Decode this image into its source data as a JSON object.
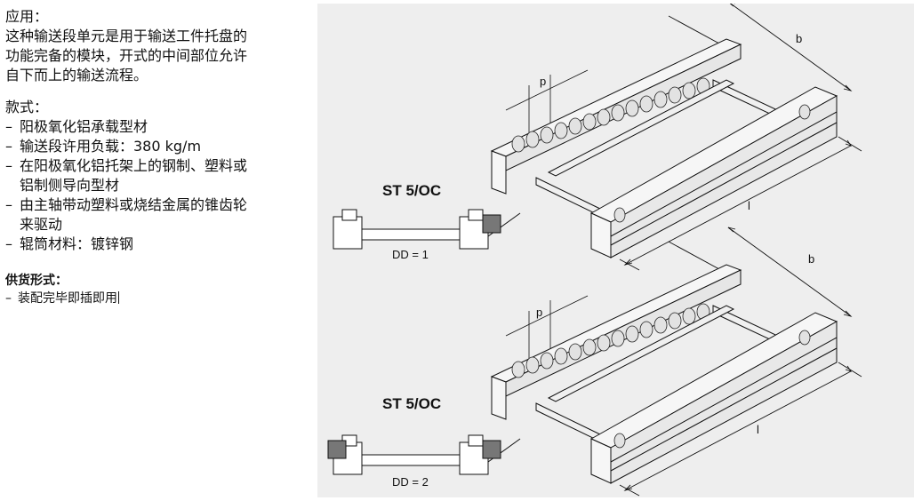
{
  "section_application": {
    "heading": "应用：",
    "lines": [
      "这种输送段单元是用于输送工件托盘的",
      "功能完备的模块，开式的中间部位允许",
      "自下而上的输送流程。"
    ]
  },
  "section_versions": {
    "heading": "款式：",
    "items": [
      {
        "lines": [
          "阳极氧化铝承载型材"
        ]
      },
      {
        "lines": [
          "输送段许用负载：380 kg/m"
        ]
      },
      {
        "lines": [
          "在阳极氧化铝托架上的钢制、塑料或",
          "铝制侧导向型材"
        ]
      },
      {
        "lines": [
          "由主轴带动塑料或烧结金属的锥齿轮",
          "来驱动"
        ]
      },
      {
        "lines": [
          "辊筒材料：镀锌钢"
        ]
      }
    ]
  },
  "section_supply": {
    "heading": "供货形式：",
    "items": [
      "装配完毕即插即用"
    ]
  },
  "bullet": "–",
  "figures": [
    {
      "model": "ST 5/OC",
      "dd_label": "DD = 1",
      "dim_b": "b",
      "dim_p": "p",
      "dim_l": "l"
    },
    {
      "model": "ST 5/OC",
      "dd_label": "DD = 2",
      "dim_b": "b",
      "dim_p": "p",
      "dim_l": "l"
    }
  ],
  "colors": {
    "panel": "#eeeeee",
    "profile": "#f6f6f6",
    "roller": "#e2e2e2",
    "drive_unit": "#777777",
    "line": "#111111"
  }
}
